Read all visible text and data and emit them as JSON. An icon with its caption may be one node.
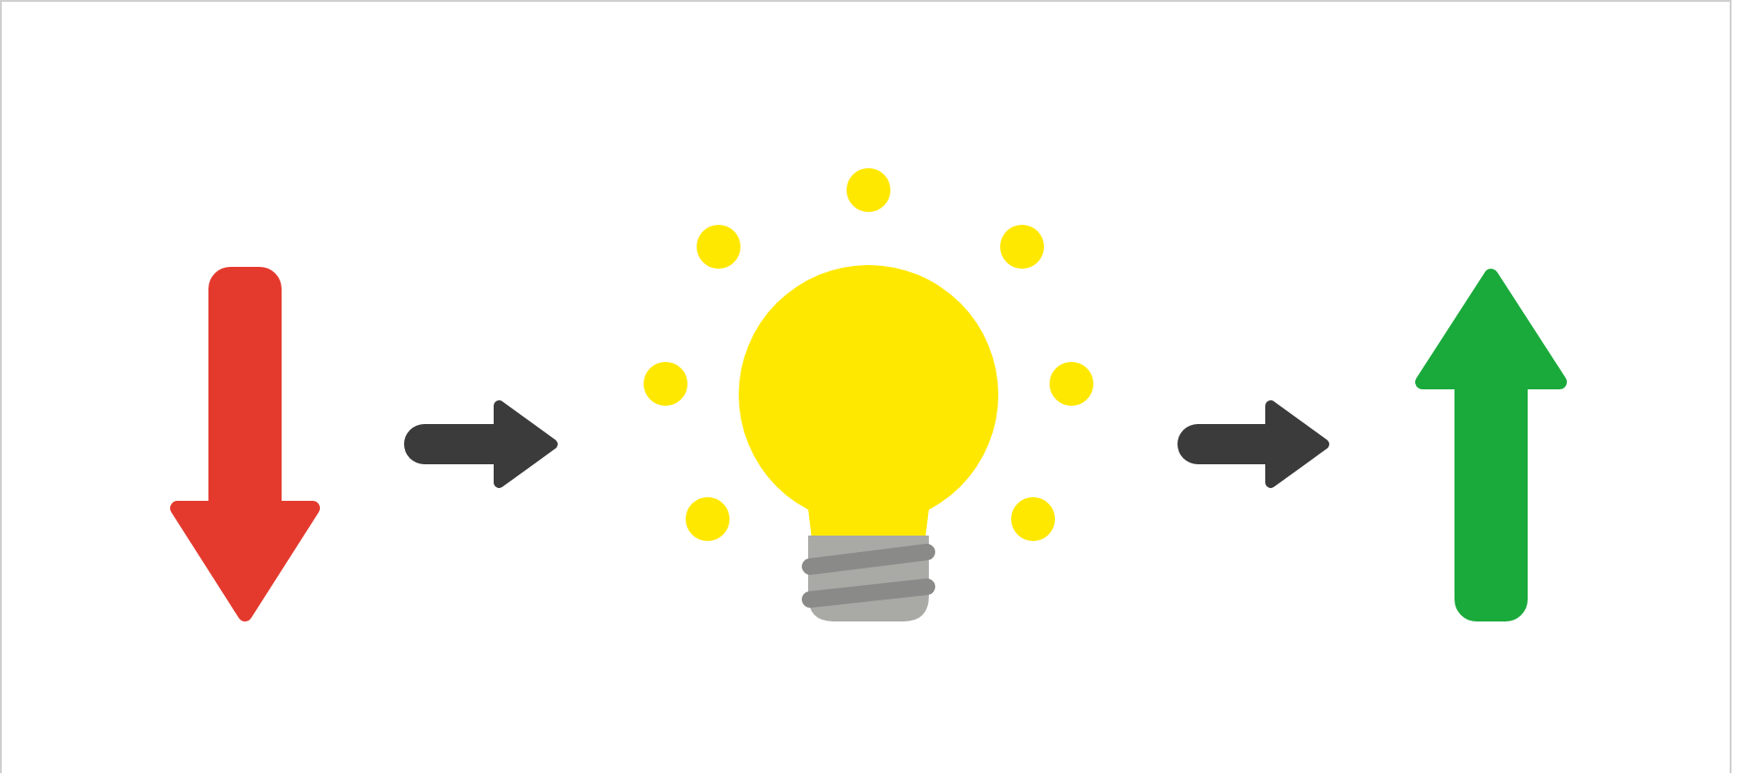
{
  "diagram": {
    "nodes": [
      {
        "text": [],
        "shape": "arrow"
      },
      {
        "text": [],
        "shape": "picture"
      },
      {
        "text": [],
        "shape": "arrow"
      }
    ],
    "edges": [
      {
        "from": 0,
        "to": 1,
        "arrow": "to"
      },
      {
        "from": 1,
        "to": 2,
        "arrow": "to"
      }
    ]
  }
}
